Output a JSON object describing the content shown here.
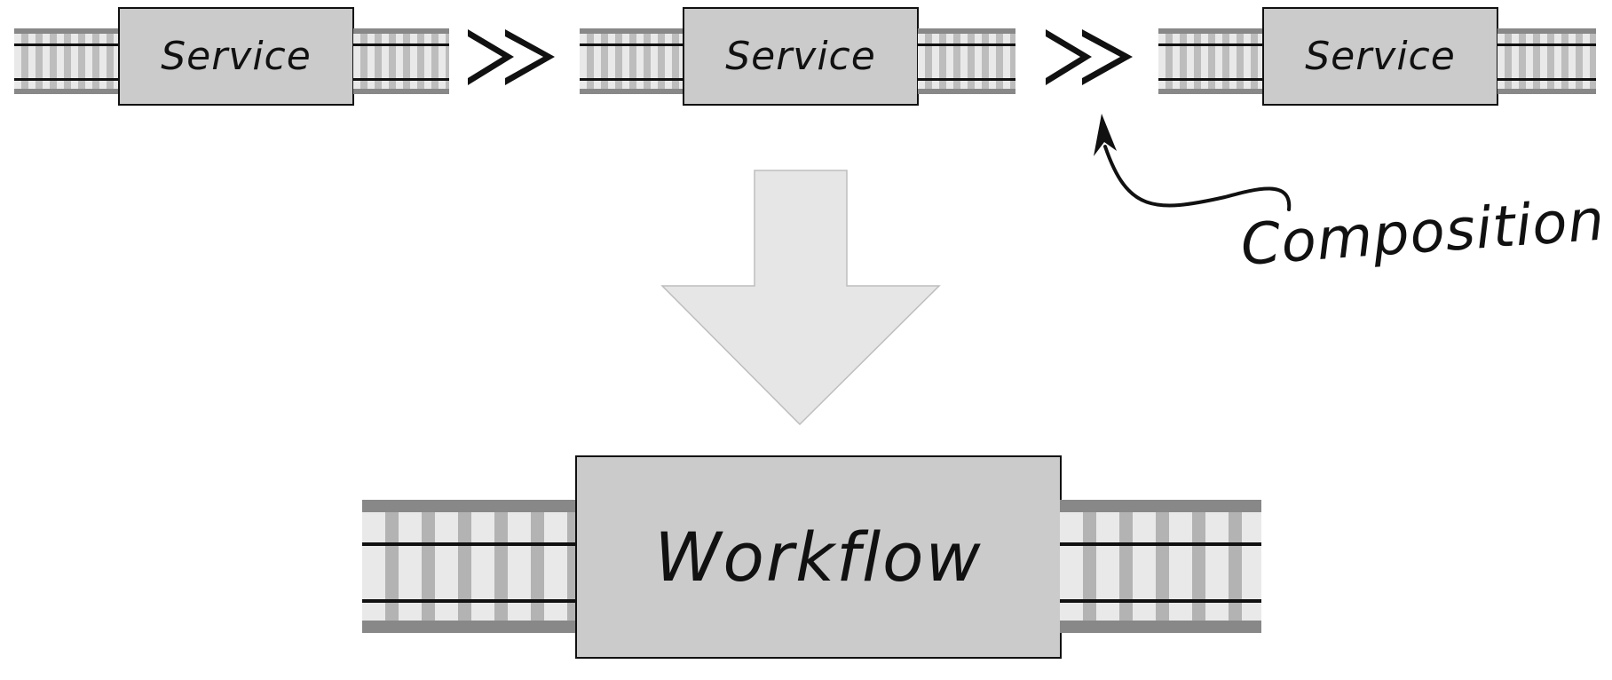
{
  "services": [
    {
      "label": "Service"
    },
    {
      "label": "Service"
    },
    {
      "label": "Service"
    }
  ],
  "compose_operator": ">>",
  "annotation": {
    "label": "Composition"
  },
  "workflow": {
    "label": "Workflow"
  },
  "colors": {
    "box_fill": "#cbcbcb",
    "rail": "#888888",
    "tie": "#bdbdbd",
    "arrow_fill": "#e6e6e6",
    "ink": "#111111"
  }
}
